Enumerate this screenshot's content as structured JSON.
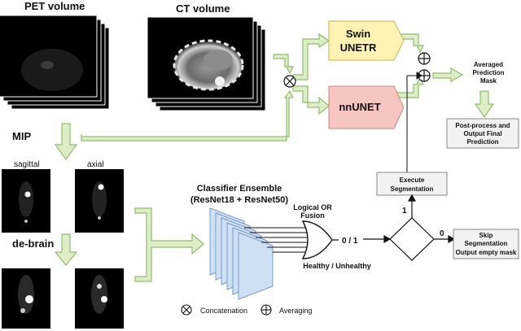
{
  "labels": {
    "pet_volume": "PET volume",
    "ct_volume": "CT volume",
    "mip": "MIP",
    "sagittal": "sagittal",
    "axial": "axial",
    "debrain": "de-brain",
    "classifier_line1": "Classifier Ensemble",
    "classifier_line2": "(ResNet18 + ResNet50)",
    "logical_or_line1": "Logical OR",
    "logical_or_line2": "Fusion",
    "zero_one": "0 / 1",
    "healthy_unhealthy": "Healthy / Unhealthy",
    "swin_line1": "Swin",
    "swin_line2": "UNETR",
    "nnunet": "nnUNET",
    "averaged_line1": "Averaged",
    "averaged_line2": "Prediction",
    "averaged_line3": "Mask",
    "post_line1": "Post-process and",
    "post_line2": "Output Final",
    "post_line3": "Prediction",
    "execute_line1": "Execute",
    "execute_line2": "Segmentation",
    "skip_line1": "Skip",
    "skip_line2": "Segmentation",
    "skip_line3": "Output empty mask",
    "branch_one": "1",
    "branch_zero": "0",
    "legend_concat": "Concatenation",
    "legend_avg": "Averaging"
  },
  "colors": {
    "arrow_fill": "#dcedc8",
    "arrow_stroke": "#8fbf6a",
    "swin_fill": "#fff2b3",
    "nnunet_fill": "#f7c6c2",
    "classifier_fill": "#cfe0f5",
    "classifier_stroke": "#7a9cc9",
    "box_fill": "#f2f2f2"
  },
  "icons": {
    "concat": "circle-times-icon",
    "average": "circle-plus-icon"
  }
}
